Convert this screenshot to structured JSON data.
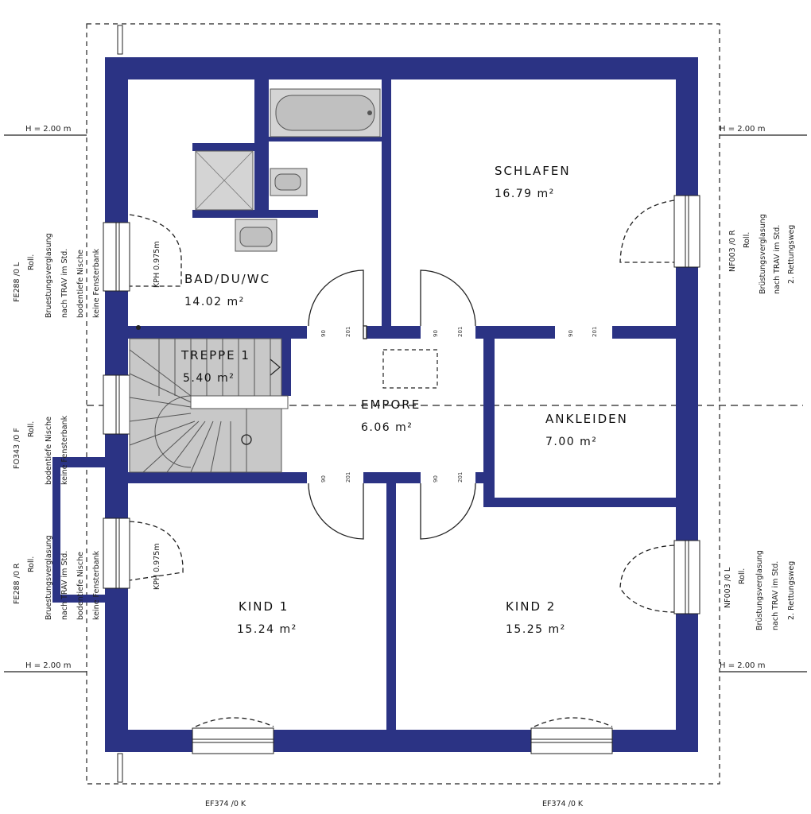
{
  "rooms": {
    "bad": {
      "name": "BAD/DU/WC",
      "area": "14.02 m²"
    },
    "schlafen": {
      "name": "SCHLAFEN",
      "area": "16.79 m²"
    },
    "treppe": {
      "name": "TREPPE 1",
      "area": "5.40 m²"
    },
    "empore": {
      "name": "EMPORE",
      "area": "6.06 m²"
    },
    "ankleiden": {
      "name": "ANKLEIDEN",
      "area": "7.00 m²"
    },
    "kind1": {
      "name": "KIND 1",
      "area": "15.24 m²"
    },
    "kind2": {
      "name": "KIND 2",
      "area": "15.25 m²"
    }
  },
  "height_labels": {
    "top_left": "H = 2.00 m",
    "top_right": "H = 2.00 m",
    "bottom_left": "H = 2.00 m",
    "bottom_right": "H = 2.00 m"
  },
  "window_labels": {
    "fe288_l": [
      "FE288 /0 L",
      "Roll.",
      "Bruestungsverglasung",
      "nach TRAV im Std.",
      "bodentiefe Nische",
      "keine Fensterbank"
    ],
    "fo343_f": [
      "FO343 /0 F",
      "Roll.",
      "bodentiefe Nische",
      "keine Fensterbank"
    ],
    "fe288_r": [
      "FE288 /0 R",
      "Roll.",
      "Bruestungsverglasung",
      "nach TRAV im Std.",
      "bodentiefe Nische",
      "keine Fensterbank"
    ],
    "nf003_r": [
      "NF003 /0 R",
      "Roll.",
      "Brüstungsverglasung",
      "nach TRAV im Std.",
      "2. Rettungsweg"
    ],
    "nf003_l": [
      "NF003 /0 L",
      "Roll.",
      "Brüstungsverglasung",
      "nach TRAV im Std.",
      "2. Rettungsweg"
    ],
    "ef374_left": "EF374 /0 K",
    "ef374_right": "EF374 /0 K"
  },
  "kph_labels": {
    "top": "KPH 0.975m",
    "bottom": "KPH 0.975m"
  },
  "door_marks": {
    "a": "90",
    "b": "201"
  },
  "colors": {
    "wall": "#2b3384",
    "stair": "#c8c8c8",
    "fixture": "#d4d4d4"
  }
}
